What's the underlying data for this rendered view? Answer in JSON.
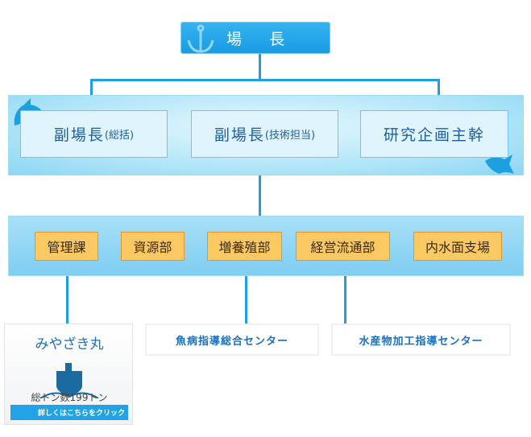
{
  "director": {
    "label": "場 長",
    "icon": "anchor-icon"
  },
  "deputies": [
    {
      "main": "副場長",
      "sub": "(総括)"
    },
    {
      "main": "副場長",
      "sub": "(技術担当)"
    },
    {
      "main": "研究企画主幹",
      "sub": ""
    }
  ],
  "departments": [
    "管理課",
    "資源部",
    "増養殖部",
    "経営流通部",
    "内水面支場"
  ],
  "centers": [
    "魚病指導総合センター",
    "水産物加工指導センター"
  ],
  "ship": {
    "name": "みやざき丸",
    "tonnage": "総トン数199トン",
    "link": "詳しくはこちらをクリック",
    "icon": "ship-icon"
  },
  "colors": {
    "line": "#1e9fe0",
    "director": "#1a9be3",
    "dept": "#fbc964",
    "text": "#1f5f9e"
  }
}
